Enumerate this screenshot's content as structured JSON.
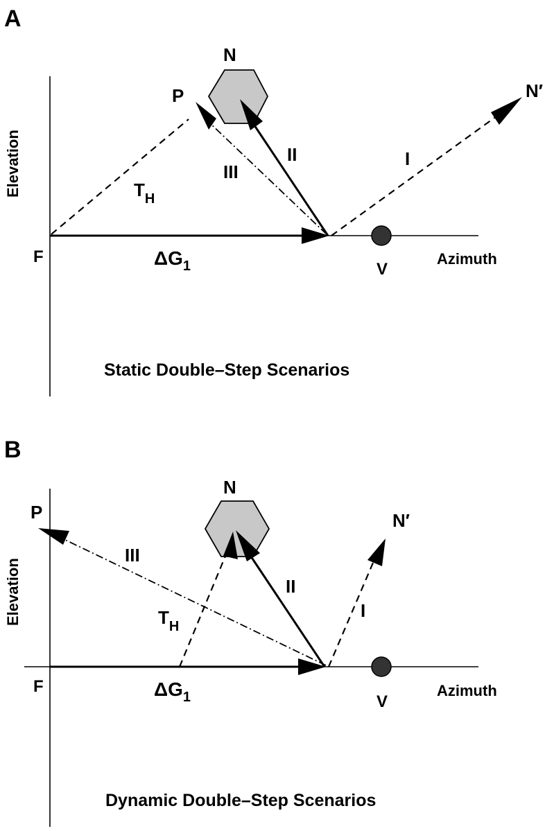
{
  "panels": [
    {
      "letter": "A",
      "y_axis_label": "Elevation",
      "x_axis_label": "Azimuth",
      "origin_label": "F",
      "target_n": "N",
      "target_n_prime": "N′",
      "target_p": "P",
      "point_v": "V",
      "vector_dg": "ΔG",
      "vector_dg_sub": "1",
      "vector_th": "T",
      "vector_th_sub": "H",
      "route_1": "I",
      "route_2": "II",
      "route_3": "III",
      "caption": "Static Double–Step Scenarios"
    },
    {
      "letter": "B",
      "y_axis_label": "Elevation",
      "x_axis_label": "Azimuth",
      "origin_label": "F",
      "target_n": "N",
      "target_n_prime": "N′",
      "target_p": "P",
      "point_v": "V",
      "vector_dg": "ΔG",
      "vector_dg_sub": "1",
      "vector_th": "T",
      "vector_th_sub": "H",
      "route_1": "I",
      "route_2": "II",
      "route_3": "III",
      "caption": "Dynamic Double–Step Scenarios"
    }
  ],
  "colors": {
    "target_fill": "#c8c8c8",
    "v_fill": "#333333",
    "ink": "#000000"
  }
}
